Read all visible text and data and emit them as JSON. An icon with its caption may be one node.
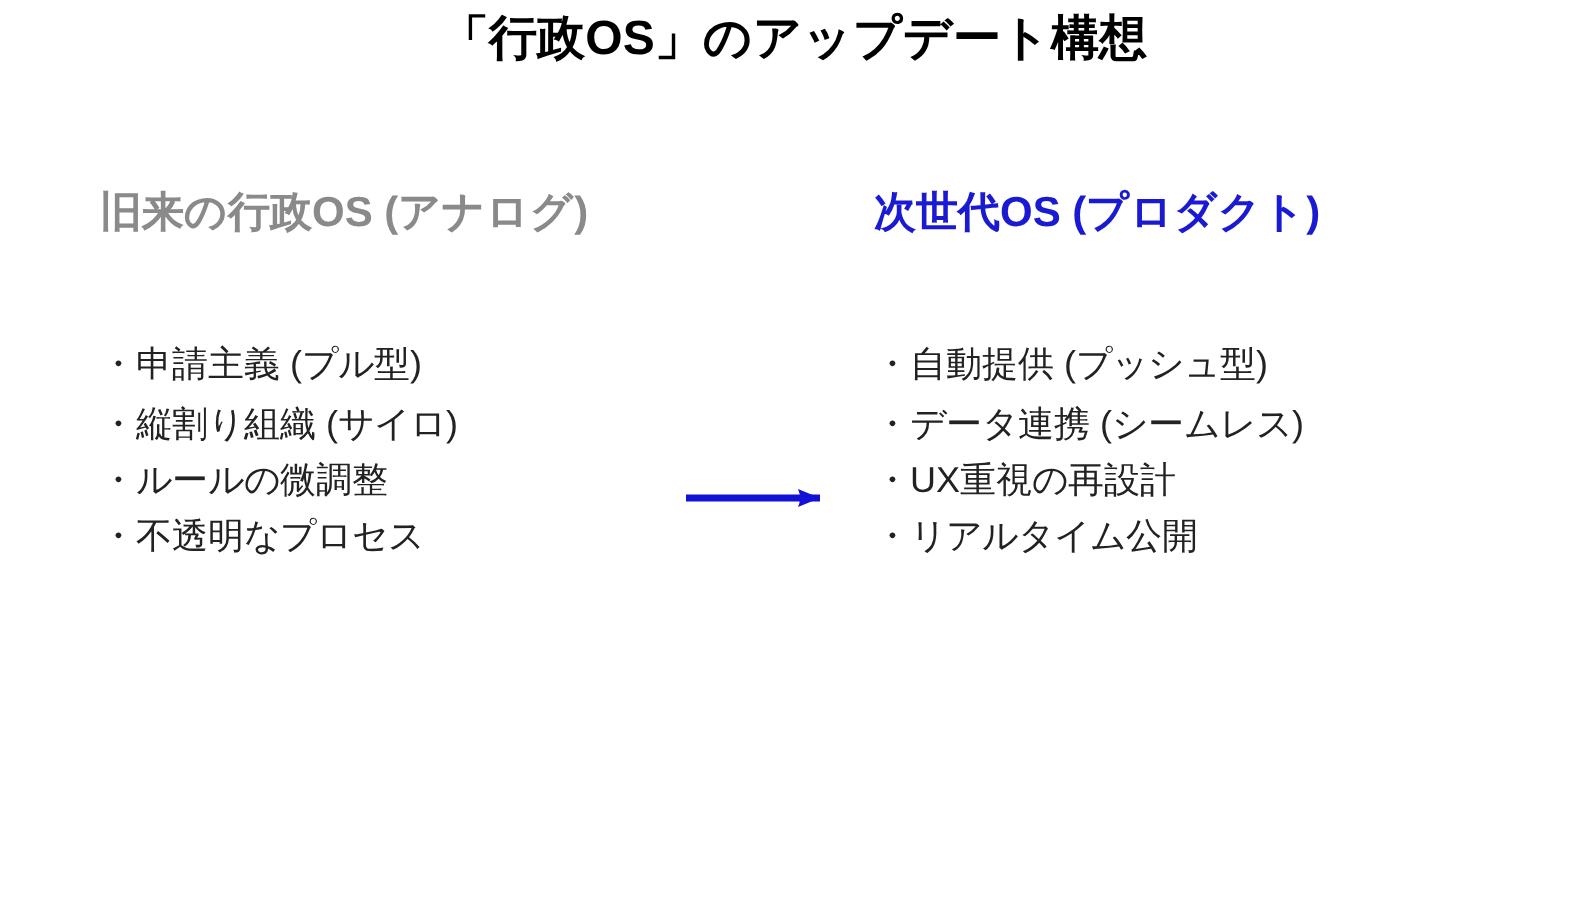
{
  "diagram": {
    "title": "「行政OS」のアップデート構想",
    "nodes": [
      {
        "text": [
          "旧来の行政OS (アナログ)",
          "・申請主義 (プル型)",
          "・縦割り組織 (サイロ)",
          "・ルールの微調整",
          "・不透明なプロセス"
        ]
      },
      {
        "text": [
          "次世代OS (プロダクト)",
          "・自動提供 (プッシュ型)",
          "・データ連携 (シームレス)",
          "・UX重視の再設計",
          "・リアルタイム公開"
        ]
      }
    ],
    "edges": [
      {
        "from": 0,
        "to": 1,
        "arrow": "to"
      }
    ]
  }
}
